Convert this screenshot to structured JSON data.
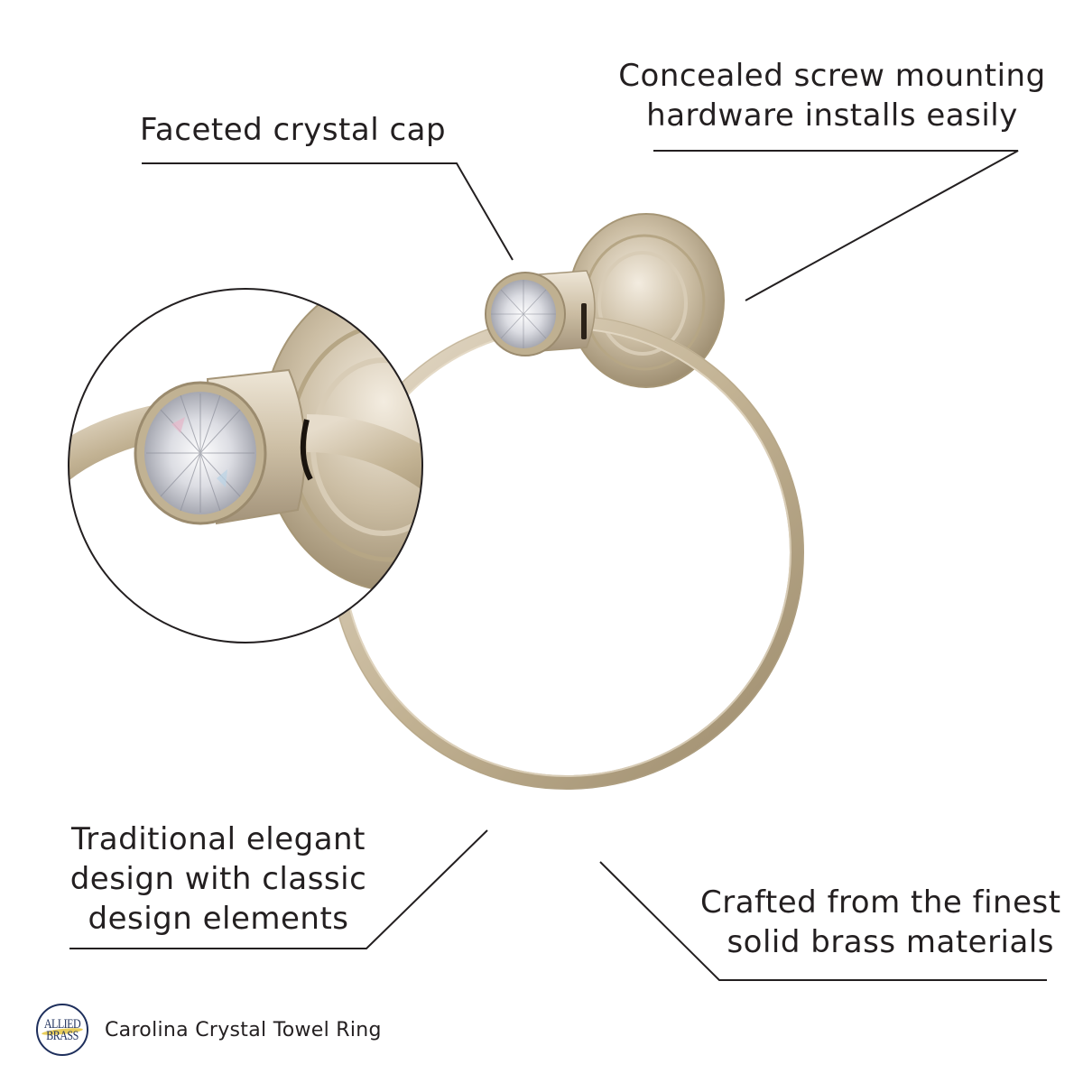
{
  "callouts": {
    "crystal_cap": {
      "lines": [
        "Faceted crystal cap"
      ]
    },
    "mounting": {
      "lines": [
        "Concealed screw mounting",
        "hardware installs easily"
      ]
    },
    "design": {
      "lines": [
        "Traditional elegant",
        "design with classic",
        "design elements"
      ]
    },
    "materials": {
      "lines": [
        "Crafted from the finest",
        "solid brass materials"
      ]
    }
  },
  "footer": {
    "logo": {
      "line1": "ALLIED",
      "line2": "BRASS",
      "icon": "allied-brass-logo"
    },
    "product_name": "Carolina Crystal Towel Ring"
  },
  "colors": {
    "text": "#231f20",
    "finish": "#c8b89a",
    "finish_dark": "#8f7f63",
    "finish_light": "#ece3d2",
    "logo_navy": "#1e2f5c",
    "logo_gold": "#e7c94a"
  }
}
